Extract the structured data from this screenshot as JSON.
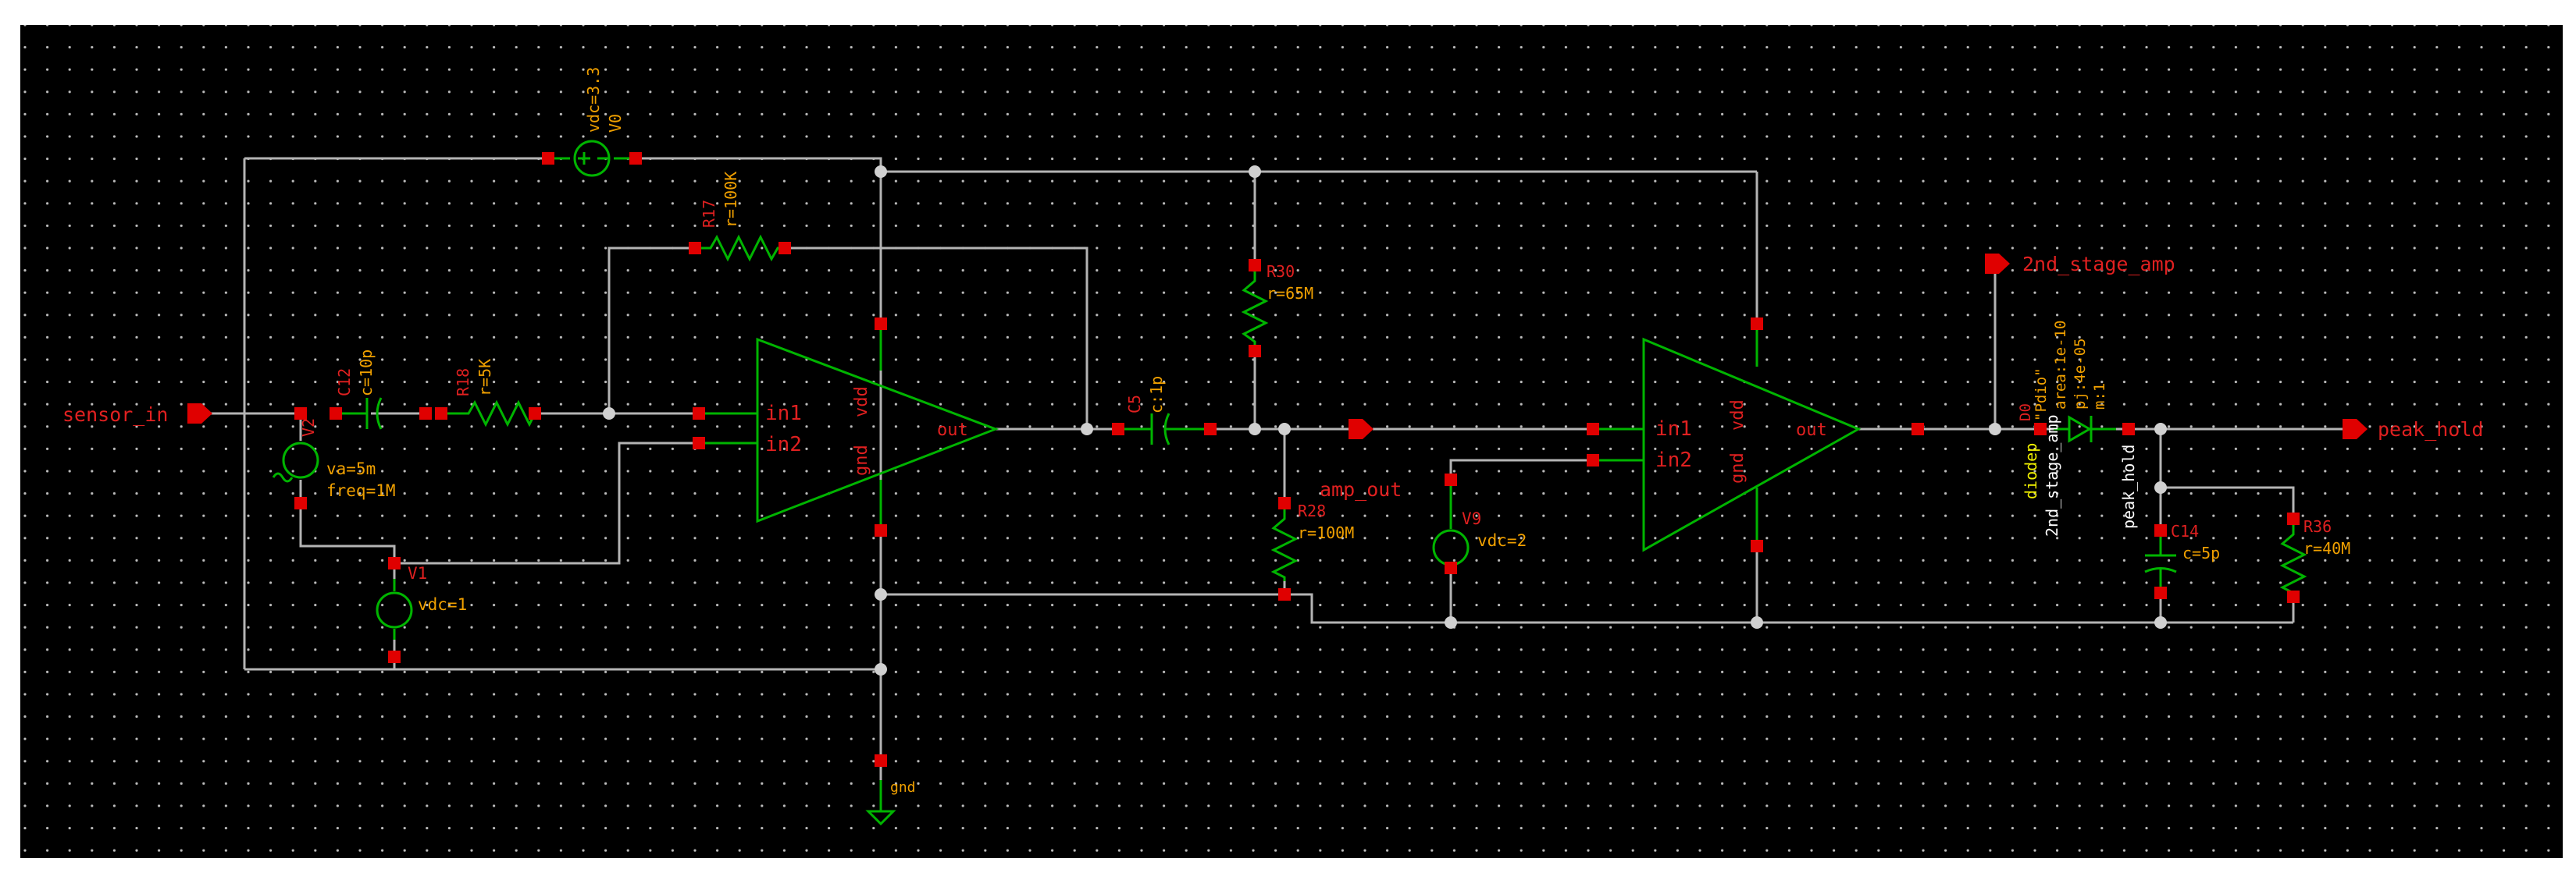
{
  "colors": {
    "background": "#000000",
    "page": "#ffffff",
    "grid_dot": "#c8c8c8",
    "wire": "#b4b4b4",
    "symbol": "#00b400",
    "pin": "#e00000",
    "label_red": "#e02020",
    "label_orange": "#f0a000",
    "label_yellow": "#f0f000",
    "label_white": "#ffffff",
    "node_dot": "#d0d0d0"
  },
  "pins_io": {
    "sensor_in": "sensor_in",
    "amp_out": "amp_out",
    "stage2": "2nd_stage_amp",
    "peak_hold": "peak_hold"
  },
  "v0": {
    "name": "V0",
    "value": "vdc=3.3"
  },
  "r17": {
    "name": "R17",
    "value": "r=100K"
  },
  "c12": {
    "name": "C12",
    "value": "c=10p"
  },
  "r18": {
    "name": "R18",
    "value": "r=5K"
  },
  "v2": {
    "name": "V2",
    "amp": "va=5m",
    "freq": "freq=1M"
  },
  "v1": {
    "name": "V1",
    "value": "vdc=1"
  },
  "opamp1": {
    "in1": "in1",
    "in2": "in2",
    "out": "out",
    "vdd": "vdd",
    "gnd": "gnd"
  },
  "gnd_label": "gnd",
  "c5": {
    "name": "C5",
    "value": "c:1p"
  },
  "r30": {
    "name": "R30",
    "value": "r=65M"
  },
  "r28": {
    "name": "R28",
    "value": "r=100M"
  },
  "v9": {
    "name": "V9",
    "value": "vdc=2"
  },
  "opamp2": {
    "in1": "in1",
    "in2": "in2",
    "out": "out",
    "vdd": "vdd",
    "gnd": "gnd"
  },
  "d0": {
    "name": "D0",
    "model": "diodep",
    "p1": "\"Pdio\"",
    "p2": "area:1e-10",
    "p3": "pj:4e-05",
    "p4": "m:1",
    "net_left": "2nd_stage_amp",
    "net_right": "peak_hold"
  },
  "c14": {
    "name": "C14",
    "value": "c=5p"
  },
  "r36": {
    "name": "R36",
    "value": "r=40M"
  }
}
